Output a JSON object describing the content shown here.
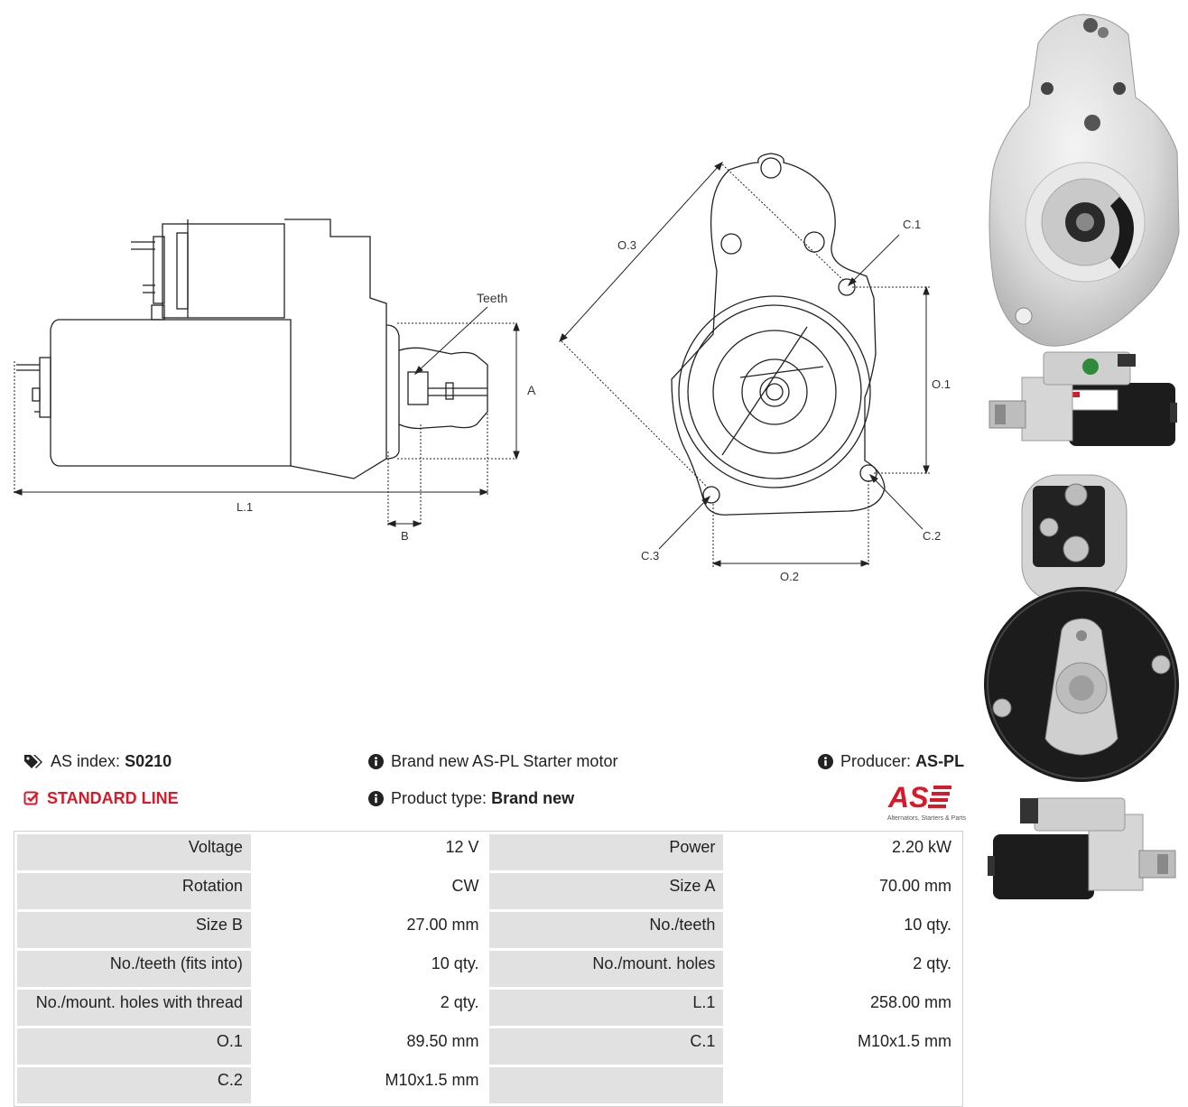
{
  "drawing": {
    "teeth_label": "Teeth",
    "dim_A": "A",
    "dim_B": "B",
    "dim_L1": "L.1",
    "dim_O1": "O.1",
    "dim_O2": "O.2",
    "dim_O3": "O.3",
    "dim_C1": "C.1",
    "dim_C2": "C.2",
    "dim_C3": "C.3"
  },
  "info": {
    "as_index_label": "AS index:",
    "as_index_value": "S0210",
    "description": "Brand new AS-PL Starter motor",
    "producer_label": "Producer:",
    "producer_value": "AS-PL",
    "line_label": "STANDARD LINE",
    "product_type_label": "Product type:",
    "product_type_value": "Brand new"
  },
  "logo": {
    "mark": "AS",
    "tagline": "Alternators, Starters & Parts"
  },
  "colors": {
    "accent_red": "#d8192a",
    "key_cell": "#e1e1e1"
  },
  "icons": {
    "tag": "tags-icon",
    "info": "info-circle-icon",
    "check": "check-square-icon"
  },
  "specs": [
    {
      "k1": "Voltage",
      "v1": "12 V",
      "k2": "Power",
      "v2": "2.20 kW"
    },
    {
      "k1": "Rotation",
      "v1": "CW",
      "k2": "Size A",
      "v2": "70.00 mm"
    },
    {
      "k1": "Size B",
      "v1": "27.00 mm",
      "k2": "No./teeth",
      "v2": "10 qty."
    },
    {
      "k1": "No./teeth (fits into)",
      "v1": "10 qty.",
      "k2": "No./mount. holes",
      "v2": "2 qty."
    },
    {
      "k1": "No./mount. holes with thread",
      "v1": "2 qty.",
      "k2": "L.1",
      "v2": "258.00 mm"
    },
    {
      "k1": "O.1",
      "v1": "89.50 mm",
      "k2": "C.1",
      "v2": "M10x1.5 mm"
    },
    {
      "k1": "C.2",
      "v1": "M10x1.5 mm",
      "k2": "",
      "v2": ""
    }
  ]
}
